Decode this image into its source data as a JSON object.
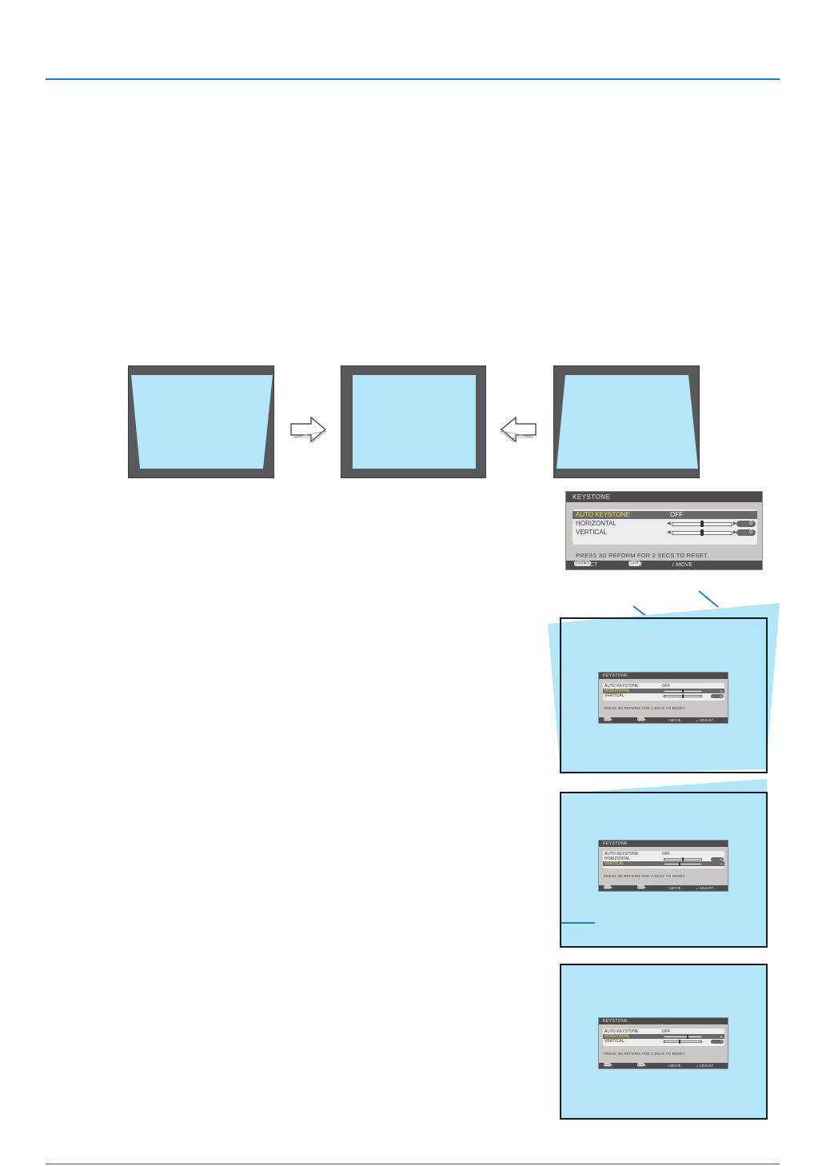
{
  "colors": {
    "accent": "#2a7cc6",
    "screen": "#b3e6f9",
    "frame": "#59585a",
    "osd_bg": "#c9c8c6",
    "osd_bar": "#4c4c4e",
    "highlight": "#f2e24a"
  },
  "icons": [
    "right-arrow-icon",
    "left-arrow-icon"
  ],
  "osd": {
    "title": "KEYSTONE",
    "rows": {
      "auto_keystone": {
        "label": "AUTO KEYSTONE",
        "value": "OFF"
      },
      "horizontal": {
        "label": "HORIZONTAL",
        "value": "0"
      },
      "vertical": {
        "label": "VERTICAL",
        "value": "0"
      }
    },
    "note": "PRESS 3D REFORM FOR 2 SECS TO RESET.",
    "footer": {
      "select_key": "ENTER",
      "select": ":SELECT",
      "exit_key": "EXIT",
      "exit": ":EXIT",
      "move": "↕:MOVE"
    }
  },
  "mini_osd": {
    "title": "KEYSTONE",
    "auto_keystone": "AUTO KEYSTONE",
    "auto_value": "OFF",
    "horizontal": "HORIZONTAL",
    "vertical": "VERTICAL",
    "note": "PRESS 3D REFORM FOR 2 SECS TO RESET.",
    "foot_exit1": ":EXIT",
    "foot_exit2": ":EXIT",
    "foot_move": "↕:MOVE",
    "foot_adjust": "↔:ADJUST",
    "key_exit1": "EXIT",
    "key_exit2": "EXIT"
  },
  "mini_values": {
    "first": {
      "h": "0",
      "v": "0"
    },
    "second": {
      "h": "0",
      "v": "7"
    },
    "third": {
      "h": "8",
      "v": "7"
    }
  }
}
